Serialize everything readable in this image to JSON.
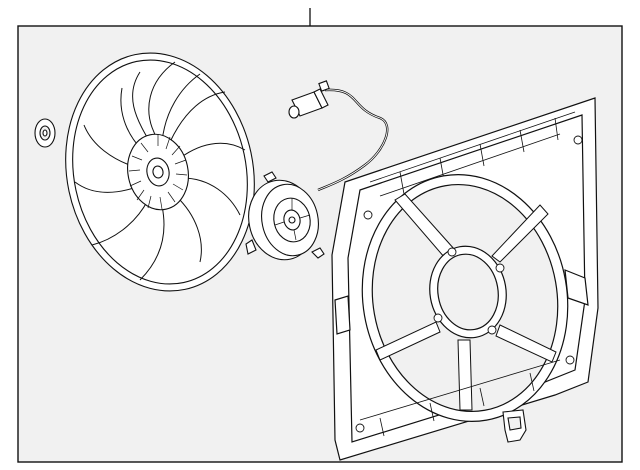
{
  "diagram": {
    "colors": {
      "background": "#ffffff",
      "frame_fill": "#f1f1f1",
      "stroke": "#111111",
      "part_fill": "#ffffff"
    },
    "parts": [
      {
        "id": "fan-blade",
        "icon": "fan-blade-icon"
      },
      {
        "id": "retaining-nut",
        "icon": "nut-icon"
      },
      {
        "id": "fan-motor",
        "icon": "motor-icon"
      },
      {
        "id": "motor-connector",
        "icon": "connector-icon"
      },
      {
        "id": "fan-shroud",
        "icon": "shroud-icon"
      },
      {
        "id": "mounting-clip",
        "icon": "clip-icon"
      }
    ]
  }
}
